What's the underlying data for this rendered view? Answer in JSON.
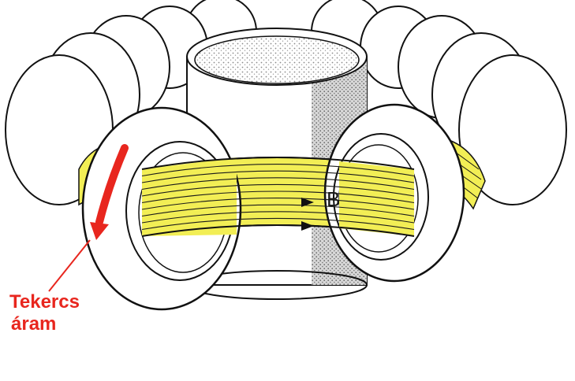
{
  "labels": {
    "field": "B",
    "coil_current_line1": "Tekercs",
    "coil_current_line2": "áram"
  },
  "colors": {
    "plasma": "#f2ee55",
    "plasma_line": "#1a1a1a",
    "coil": "#ffffff",
    "coil_stroke": "#111111",
    "current_arrow": "#e8261e",
    "pillar_shade": "#cfcfcf"
  },
  "icons": {
    "current_arrow": "red-arrow-icon",
    "field_arrow": "black-arrowhead-icon"
  }
}
